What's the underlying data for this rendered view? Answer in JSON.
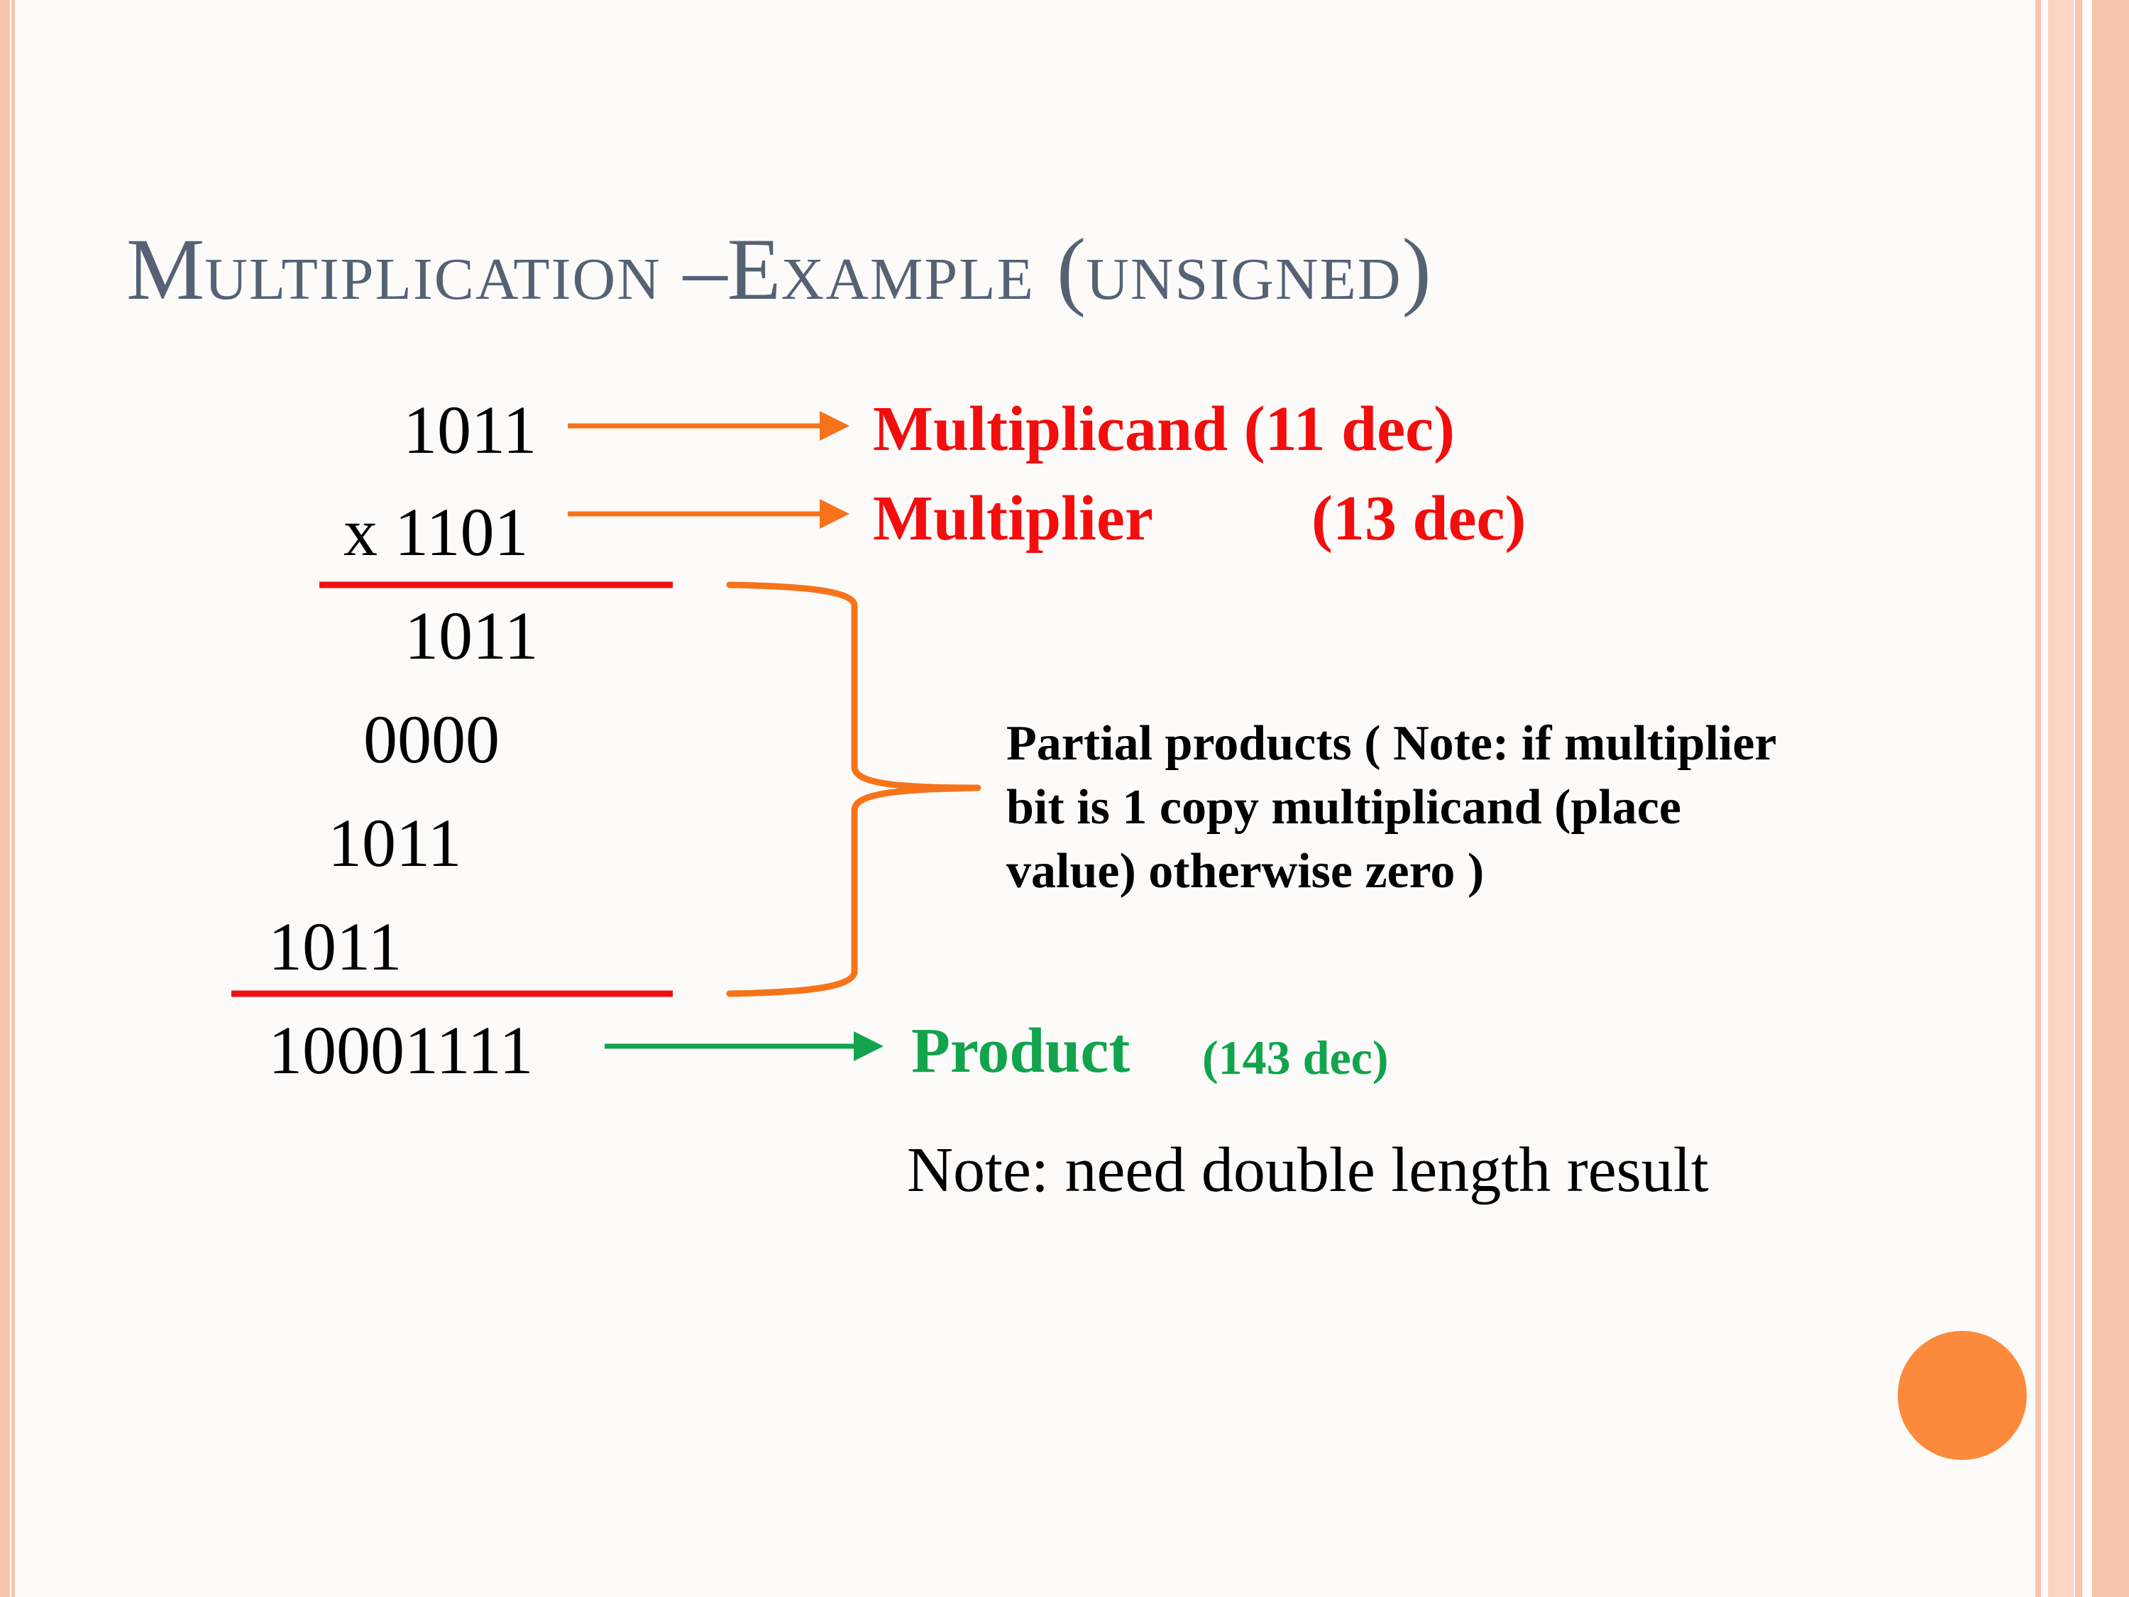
{
  "slide": {
    "title_parts": [
      {
        "text": "M",
        "small": false
      },
      {
        "text": "ULTIPLICATION",
        "small": true
      },
      {
        "text": " –E",
        "small": false
      },
      {
        "text": "XAMPLE",
        "small": true
      },
      {
        "text": " (",
        "small": false
      },
      {
        "text": "UNSIGNED",
        "small": true
      },
      {
        "text": ")",
        "small": false
      }
    ],
    "rows": {
      "multiplicand": "1011",
      "multiplier": "x 1101",
      "partial_1": "1011",
      "partial_2": "0000",
      "partial_3": "1011",
      "partial_4": "1011",
      "product": "10001111"
    },
    "labels": {
      "multiplicand": "Multiplicand (11 dec)",
      "multiplier_name": "Multiplier",
      "multiplier_dec": "(13 dec)",
      "product_name": "Product",
      "product_dec": "(143 dec)",
      "partial_note_line1": "Partial products ( Note: if multiplier",
      "partial_note_line2": "bit is 1 copy multiplicand (place",
      "partial_note_line3": "value) otherwise zero )",
      "double_length_note": "Note: need double length result"
    },
    "colors": {
      "title": "#566274",
      "label_red": "#f30d0d",
      "arrow_orange": "#f7731a",
      "rule_red": "#ee1111",
      "product_green": "#11a44c",
      "accent_circle": "#fd8a3c",
      "border": "#f8c4ac"
    }
  }
}
